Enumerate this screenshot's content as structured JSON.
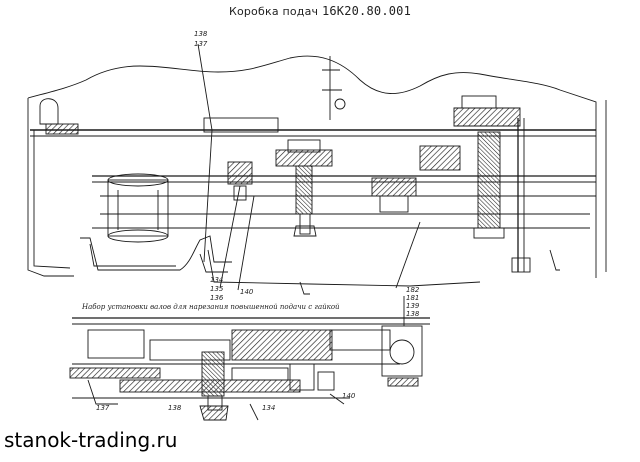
{
  "drawing": {
    "title_text": "Коробка подач",
    "title_code": "16К20.80.001",
    "section_caption": "Набор  установки валов  для нарезания  повышенной  подачи  с гайкой",
    "watermark": "stanok-trading.ru",
    "top_refs": [
      "138",
      "137"
    ],
    "right_refs": [
      "182",
      "181",
      "139",
      "138"
    ],
    "left_refs": [
      "134",
      "135",
      "136"
    ],
    "mid_ref": "140",
    "bottom_refs": [
      "137",
      "138",
      "134",
      "140"
    ]
  },
  "colors": {
    "ink": "#1a1a1a",
    "hatch": "#2a2a2a",
    "paper": "#ffffff"
  }
}
